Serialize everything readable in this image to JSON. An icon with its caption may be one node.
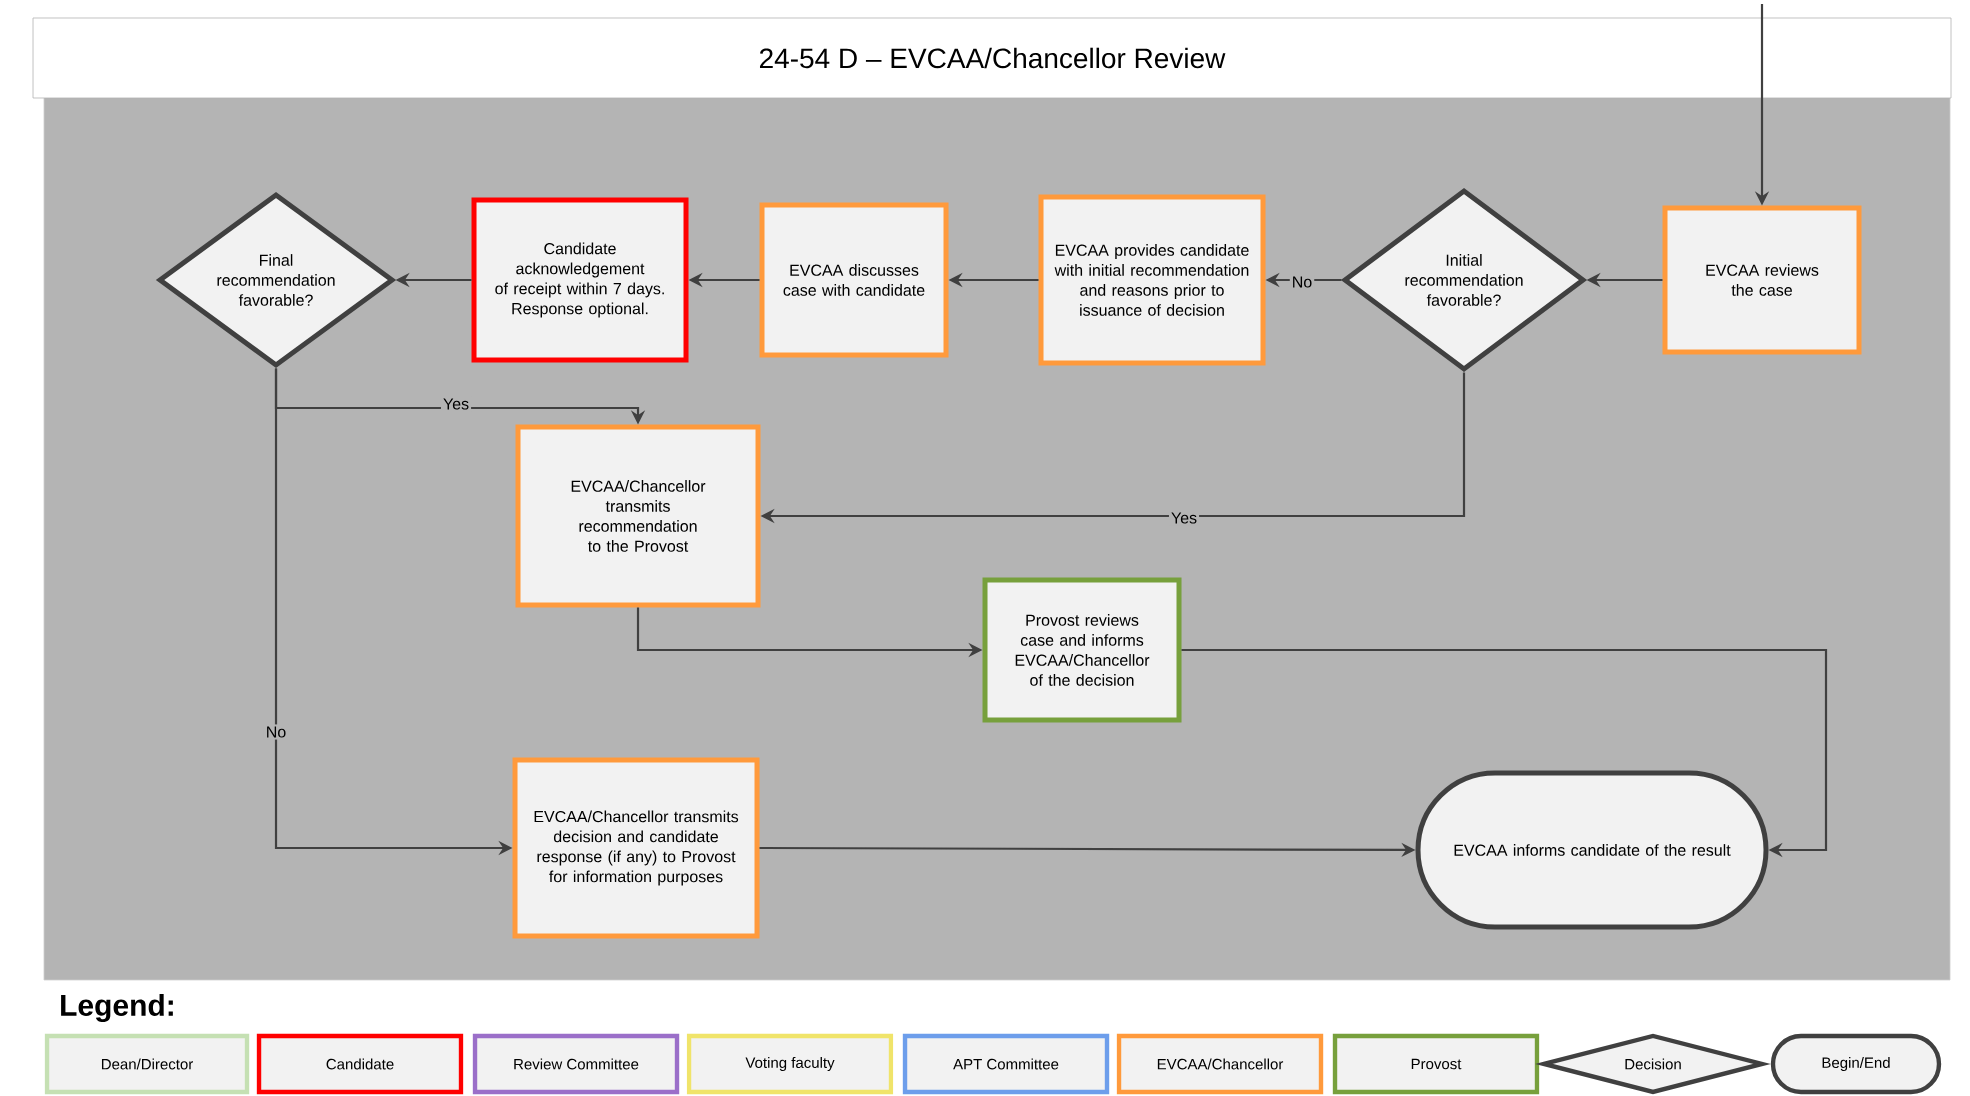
{
  "diagram": {
    "title": "24-54 D – EVCAA/Chancellor Review",
    "nodes": [
      {
        "text": [
          "EVCAA reviews the case"
        ]
      },
      {
        "text": [
          "Initial recommendation favorable?"
        ]
      },
      {
        "text": [
          "EVCAA provides candidate with initial recommendation and reasons prior to issuance of decision"
        ]
      },
      {
        "text": [
          "EVCAA discusses case with candidate"
        ]
      },
      {
        "text": [
          "Candidate acknowledgement of receipt within 7 days. Response optional."
        ]
      },
      {
        "text": [
          "Final recommendation favorable?"
        ]
      },
      {
        "text": [
          "EVCAA/Chancellor transmits recommendation to the Provost"
        ]
      },
      {
        "text": [
          "Provost reviews case and informs EVCAA/Chancellor of the decision"
        ]
      },
      {
        "text": [
          "EVCAA/Chancellor transmits decision and candidate response (if any) to Provost for information purposes"
        ]
      },
      {
        "text": [
          "EVCAA informs candidate of the result"
        ]
      }
    ],
    "edges": [
      {
        "from": null,
        "to": 0,
        "arrow": "to"
      },
      {
        "from": 0,
        "to": 1,
        "arrow": "to"
      },
      {
        "from": 1,
        "to": 2,
        "arrow": "to",
        "label": "No"
      },
      {
        "from": 2,
        "to": 3,
        "arrow": "to"
      },
      {
        "from": 3,
        "to": 4,
        "arrow": "to"
      },
      {
        "from": 4,
        "to": 5,
        "arrow": "to"
      },
      {
        "from": 5,
        "to": 6,
        "arrow": "to",
        "label": "Yes"
      },
      {
        "from": 1,
        "to": 6,
        "arrow": "to",
        "label": "Yes"
      },
      {
        "from": 6,
        "to": 7,
        "arrow": "to"
      },
      {
        "from": 7,
        "to": 9,
        "arrow": "to"
      },
      {
        "from": 5,
        "to": 8,
        "arrow": "to",
        "label": "No"
      },
      {
        "from": 8,
        "to": 9,
        "arrow": "to"
      }
    ],
    "labels": [
      "Legend:"
    ],
    "legend": [
      {
        "text": "Dean/Director",
        "color": "#c5e0b3"
      },
      {
        "text": "Candidate",
        "color": "#ff0000"
      },
      {
        "text": "Review Committee",
        "color": "#9b6fc9"
      },
      {
        "text": "Voting faculty",
        "color": "#f0e46a"
      },
      {
        "text": "APT Committee",
        "color": "#6d9eeb"
      },
      {
        "text": "EVCAA/Chancellor",
        "color": "#ff9a3c"
      },
      {
        "text": "Provost",
        "color": "#77a03c"
      },
      {
        "text": "Decision"
      },
      {
        "text": "Begin/End"
      }
    ]
  }
}
